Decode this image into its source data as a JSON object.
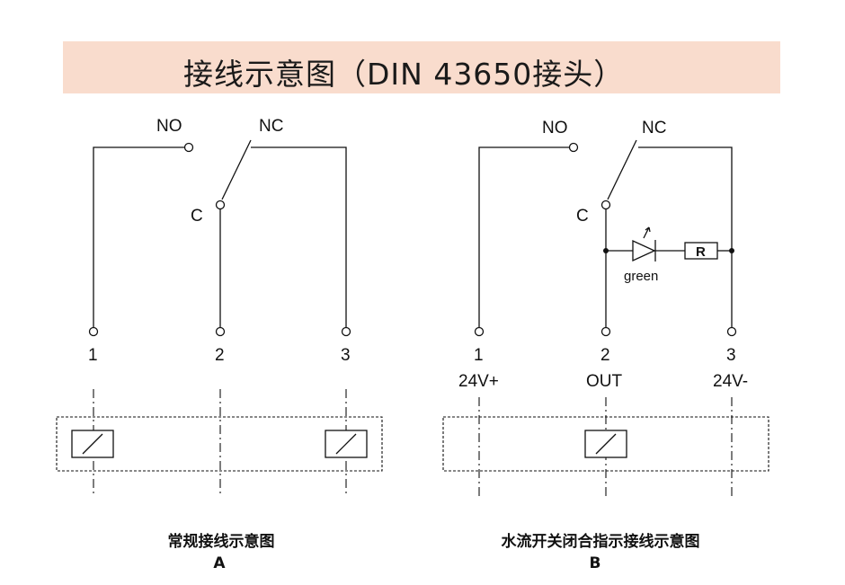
{
  "title": "接线示意图（DIN 43650接头）",
  "diagram_a": {
    "label_no": "NO",
    "label_nc": "NC",
    "label_c": "C",
    "pin1": "1",
    "pin2": "2",
    "pin3": "3",
    "caption": "常规接线示意图",
    "caption_letter": "A"
  },
  "diagram_b": {
    "label_no": "NO",
    "label_nc": "NC",
    "label_c": "C",
    "led_color_label": "green",
    "resistor_label": "R",
    "pin1": "1",
    "pin2": "2",
    "pin3": "3",
    "pin1_signal": "24V+",
    "pin2_signal": "OUT",
    "pin3_signal": "24V-",
    "caption": "水流开关闭合指示接线示意图",
    "caption_letter": "B"
  }
}
